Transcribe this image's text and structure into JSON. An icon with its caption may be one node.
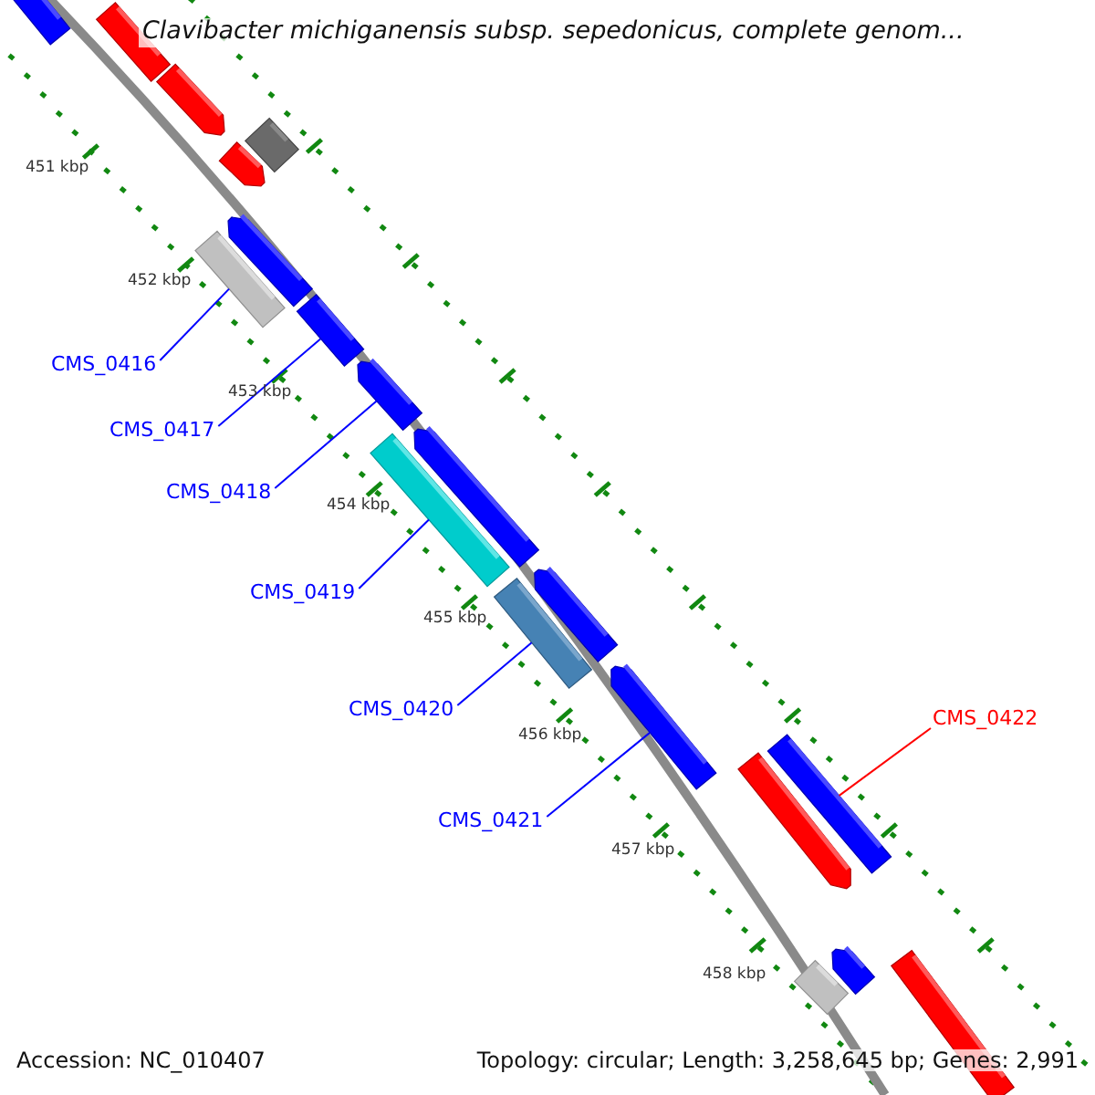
{
  "diagram": {
    "title": "Clavibacter michiganensis subsp. sepedonicus, complete genom...",
    "nodes": [
      {
        "text": [
          "CMS_0416"
        ]
      },
      {
        "text": [
          "CMS_0417"
        ]
      },
      {
        "text": [
          "CMS_0418"
        ]
      },
      {
        "text": [
          "CMS_0419"
        ]
      },
      {
        "text": [
          "CMS_0420"
        ]
      },
      {
        "text": [
          "CMS_0421"
        ]
      },
      {
        "text": [
          "CMS_0422"
        ]
      },
      {
        "text": [],
        "shape": "bar"
      },
      {
        "text": [],
        "shape": "bar"
      },
      {
        "text": [],
        "shape": "arrow"
      },
      {
        "text": [],
        "shape": "bar"
      },
      {
        "text": [],
        "shape": "arrow"
      },
      {
        "text": [],
        "shape": "arrow"
      },
      {
        "text": [],
        "shape": "bar"
      },
      {
        "text": [],
        "shape": "bar"
      },
      {
        "text": [],
        "shape": "arrow"
      },
      {
        "text": [],
        "shape": "arrow"
      },
      {
        "text": [],
        "shape": "bar"
      },
      {
        "text": [],
        "shape": "arrow"
      },
      {
        "text": [],
        "shape": "bar"
      },
      {
        "text": [],
        "shape": "arrow"
      },
      {
        "text": [],
        "shape": "bar"
      },
      {
        "text": [],
        "shape": "arrow"
      },
      {
        "text": [],
        "shape": "arrow"
      },
      {
        "text": [],
        "shape": "bar"
      },
      {
        "text": [],
        "shape": "bar"
      }
    ],
    "edges": [
      {
        "from": 0,
        "to": 13,
        "arrow": "none"
      },
      {
        "from": 1,
        "to": 14,
        "arrow": "none"
      },
      {
        "from": 2,
        "to": 15,
        "arrow": "none"
      },
      {
        "from": 3,
        "to": 17,
        "arrow": "none"
      },
      {
        "from": 4,
        "to": 19,
        "arrow": "none"
      },
      {
        "from": 5,
        "to": 20,
        "arrow": "none"
      },
      {
        "from": 6,
        "to": 21,
        "arrow": "none",
        "color": "#ff0000"
      }
    ],
    "labels": [
      "451 kbp",
      "452 kbp",
      "453 kbp",
      "454 kbp",
      "455 kbp",
      "456 kbp",
      "457 kbp",
      "458 kbp",
      "Accession: NC_010407",
      "Topology: circular; Length: 3,258,645 bp; Genes: 2,991"
    ]
  }
}
